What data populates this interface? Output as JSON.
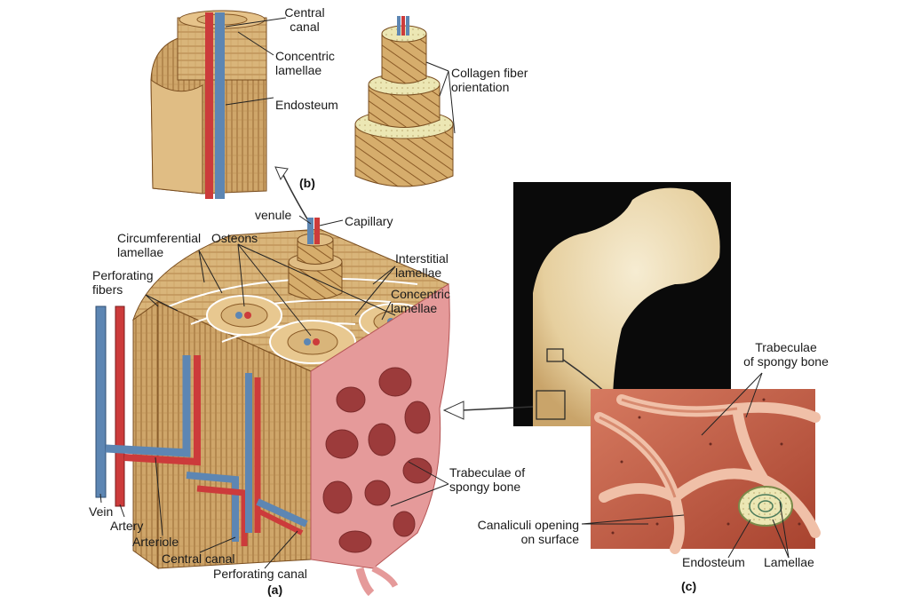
{
  "panels": {
    "a": "(a)",
    "b": "(b)",
    "c": "(c)"
  },
  "labels": {
    "central_canal_b": [
      "Central",
      "canal"
    ],
    "concentric_lamellae_b": [
      "Concentric",
      "lamellae"
    ],
    "endosteum_b": "Endosteum",
    "collagen_fiber": [
      "Collagen fiber",
      "orientation"
    ],
    "venule": "venule",
    "capillary": "Capillary",
    "circumferential": [
      "Circumferential",
      "lamellae"
    ],
    "osteons": "Osteons",
    "interstitial": [
      "Interstitial",
      "lamellae"
    ],
    "concentric_a": [
      "Concentric",
      "lamellae"
    ],
    "perforating_fibers": [
      "Perforating",
      "fibers"
    ],
    "trabeculae_a": [
      "Trabeculae of",
      "spongy bone"
    ],
    "vein": "Vein",
    "artery": "Artery",
    "arteriole": "Arteriole",
    "central_canal_a": "Central canal",
    "perforating_canal": "Perforating canal",
    "trabeculae_c": [
      "Trabeculae",
      "of spongy bone"
    ],
    "canaliculi": [
      "Canaliculi opening",
      "on surface"
    ],
    "endosteum_c": "Endosteum",
    "lamellae_c": "Lamellae"
  },
  "colors": {
    "bone": "#d9b57a",
    "bone_dark": "#a9773e",
    "lamella_line": "#8a5a26",
    "vein": "#5d86b3",
    "artery": "#cc3b3b",
    "spongy": "#e59a9a",
    "spongy_dark": "#b55555",
    "photo_bg": "#0a0a0a",
    "photo_bone": "#efe2c2",
    "inset_bg": "#c8644e",
    "inset_trab": "#f0c0a8",
    "cream": "#ece7b4"
  }
}
